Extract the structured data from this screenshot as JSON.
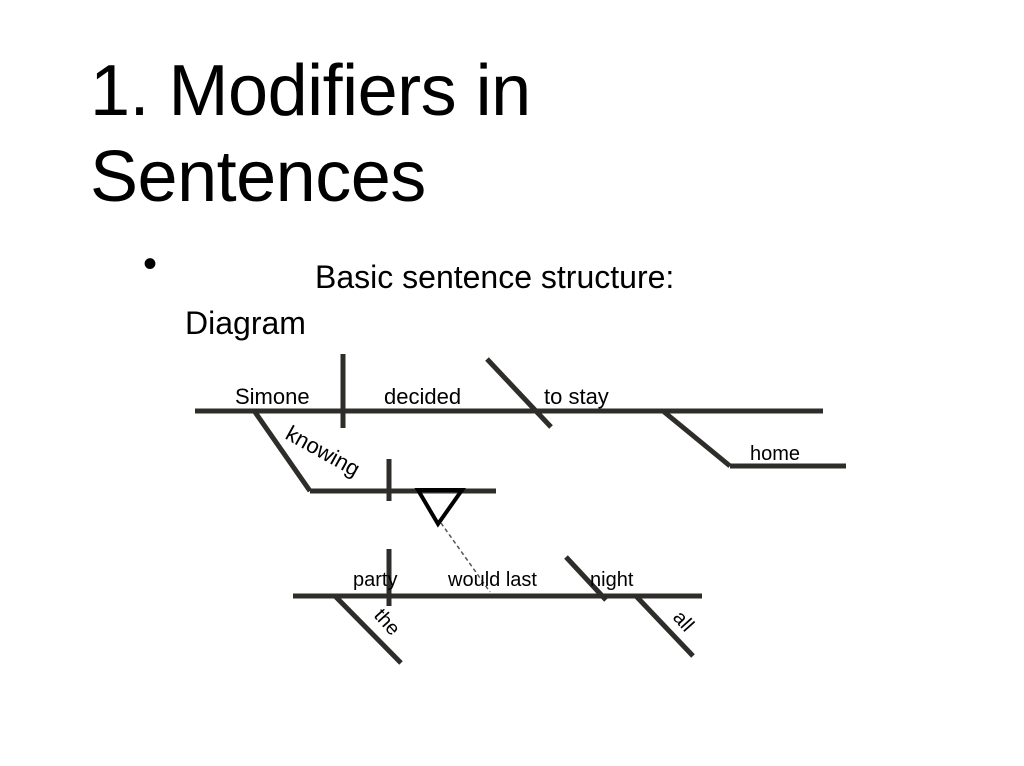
{
  "slide": {
    "title_line1": "1. Modifiers in",
    "title_line2": "Sentences",
    "bullet_glyph": "•",
    "bullet_line1": "Basic sentence structure:",
    "bullet_line2": "Diagram"
  },
  "diagram": {
    "words": {
      "subject": "Simone",
      "verb": "decided",
      "object": "to stay",
      "adverb_home": "home",
      "participle": "knowing",
      "clause_subject": "party",
      "clause_verb": "would last",
      "clause_object": "night",
      "article": "the",
      "modifier_all": "all"
    },
    "colors": {
      "line": "#2e2d2a",
      "text": "#000000"
    }
  }
}
